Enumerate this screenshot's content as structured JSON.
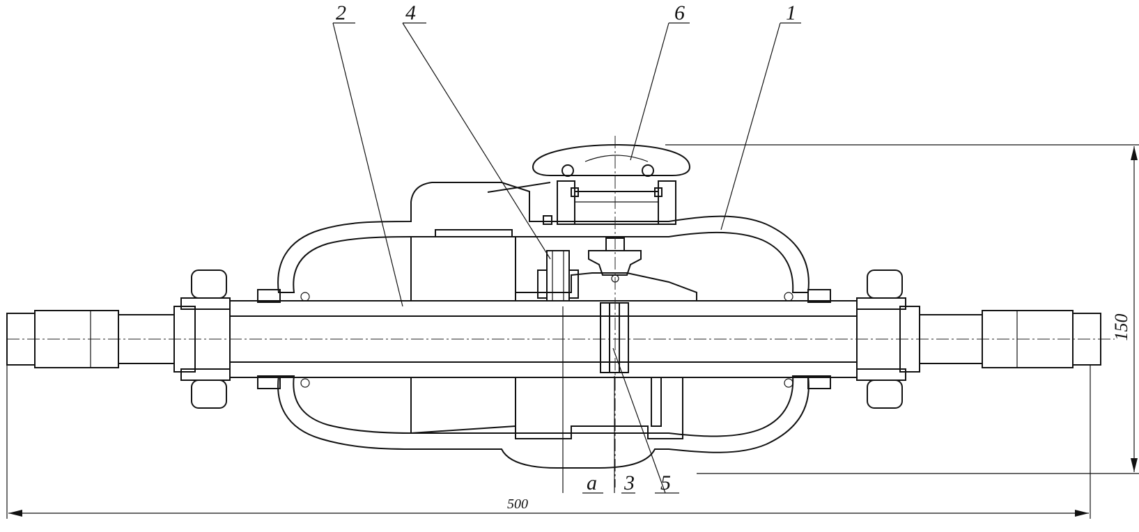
{
  "callouts": {
    "c1": "1",
    "c2": "2",
    "c3": "3",
    "c4": "4",
    "c5": "5",
    "c6": "6",
    "ca": "a"
  },
  "dimensions": {
    "width": "500",
    "height": "150"
  }
}
